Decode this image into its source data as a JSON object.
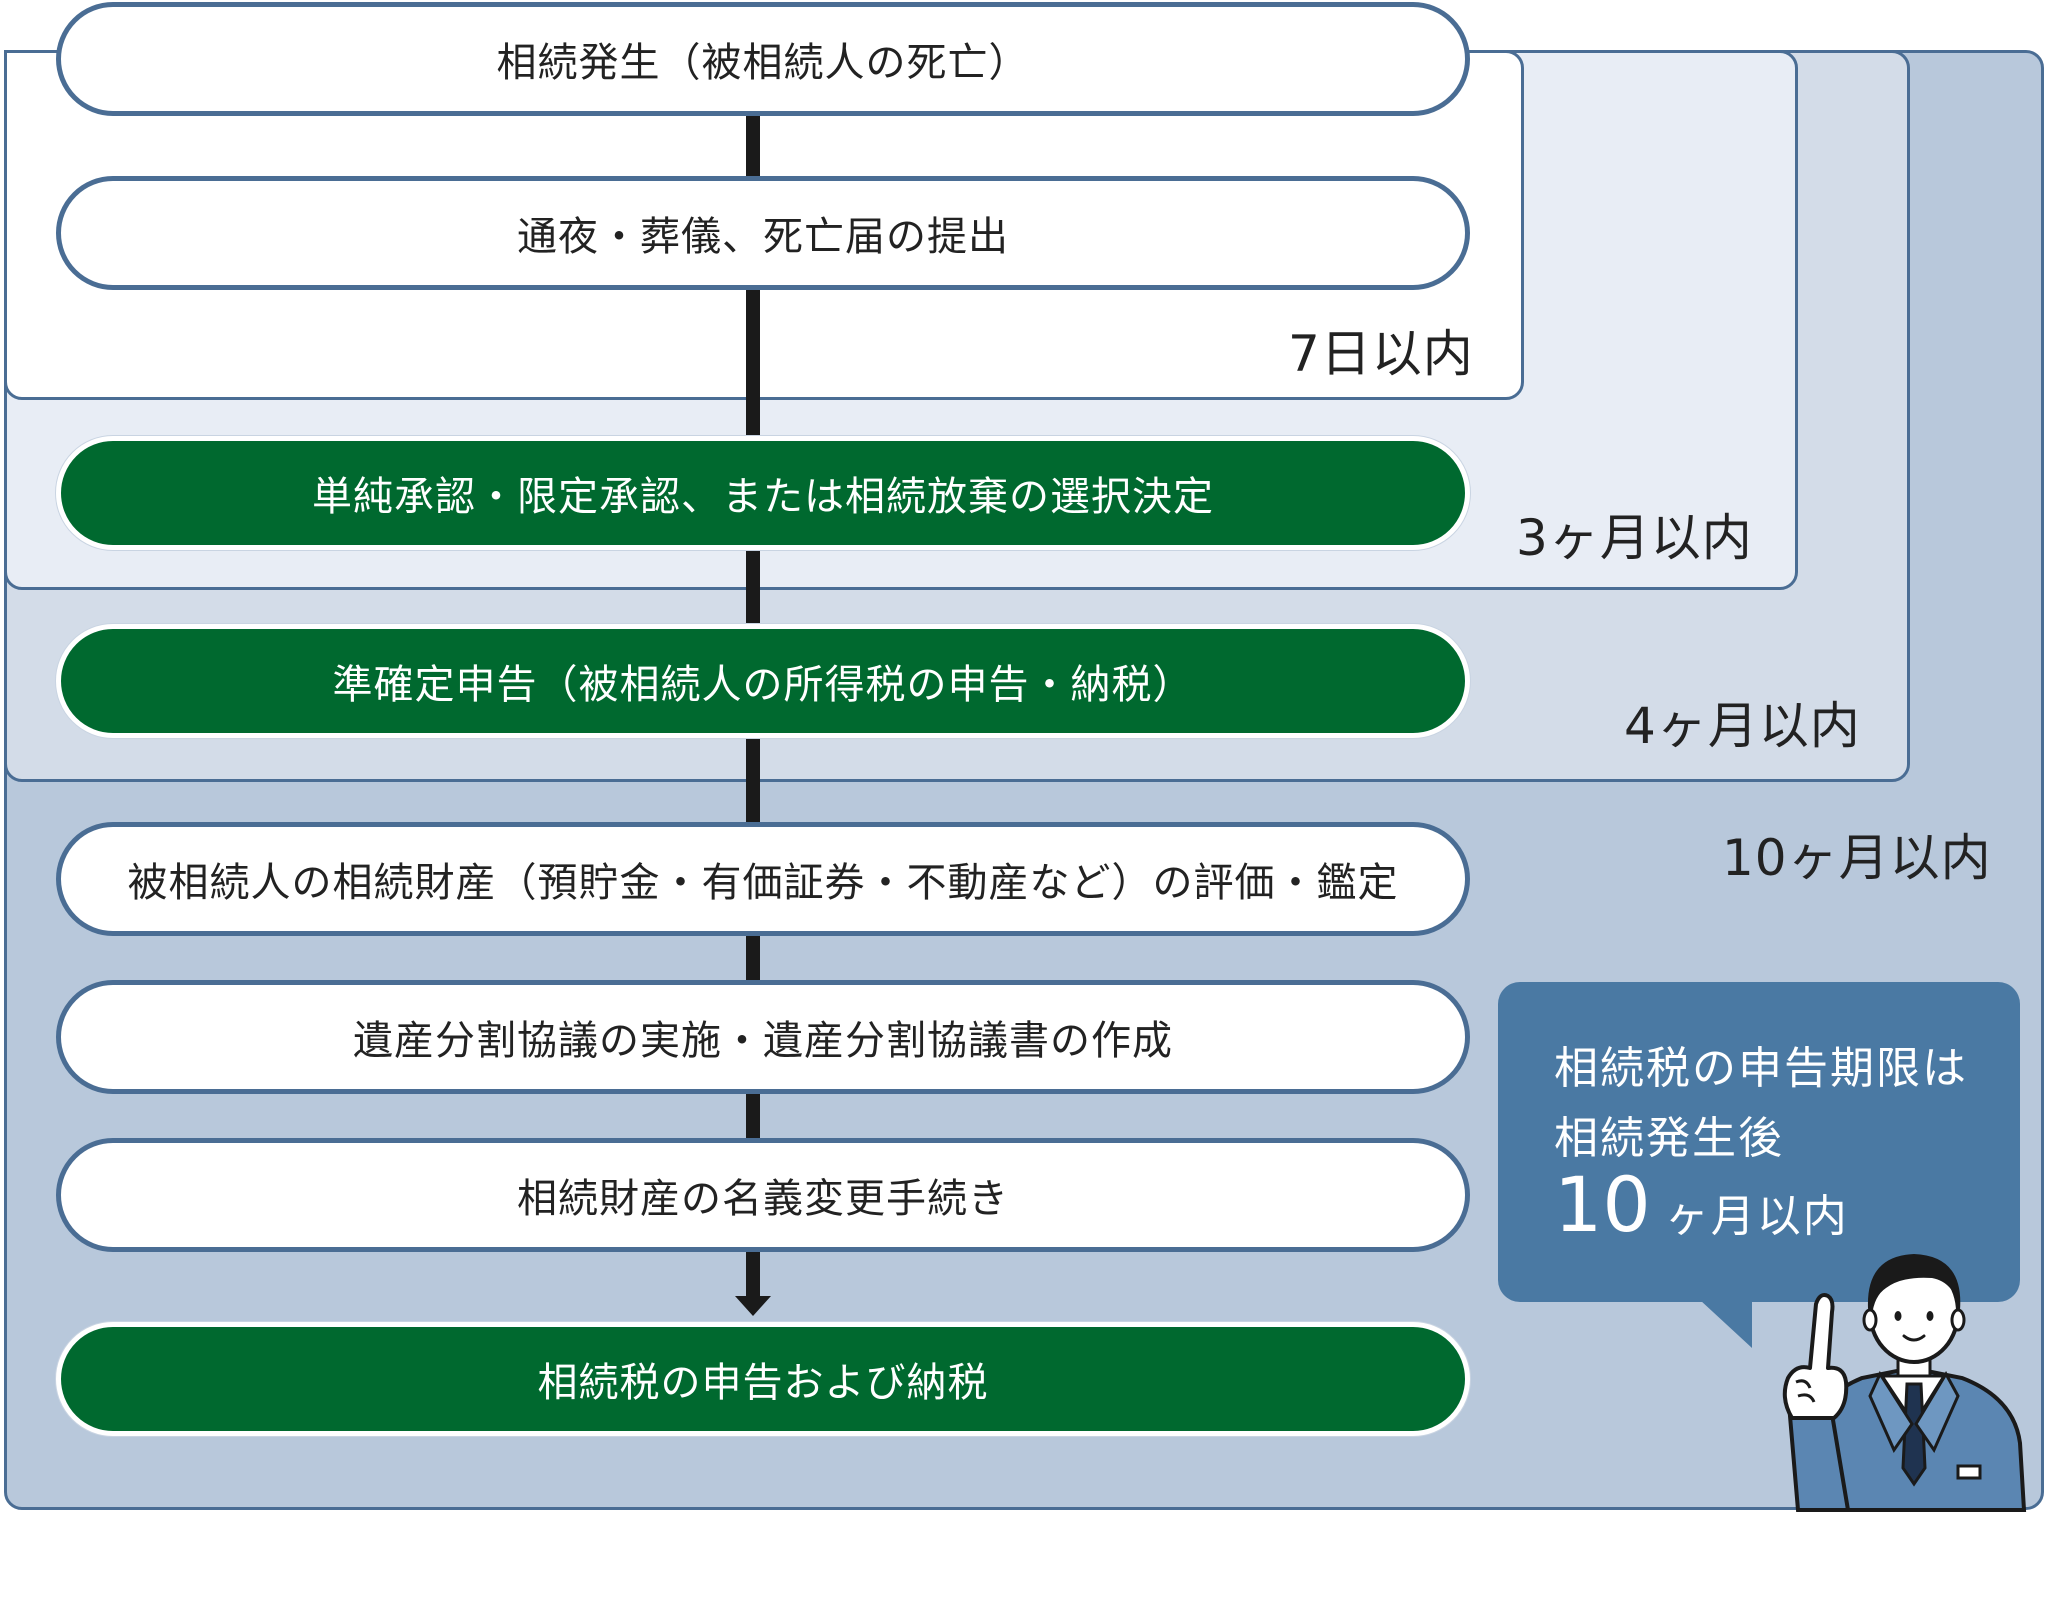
{
  "periods": {
    "within_10_months": "10ヶ月以内",
    "within_4_months": "4ヶ月以内",
    "within_3_months": "3ヶ月以内",
    "within_7_days": "7日以内"
  },
  "steps": [
    {
      "label": "相続発生（被相続人の死亡）",
      "style": "white"
    },
    {
      "label": "通夜・葬儀、死亡届の提出",
      "style": "white"
    },
    {
      "label": "単純承認・限定承認、または相続放棄の選択決定",
      "style": "green"
    },
    {
      "label": "準確定申告（被相続人の所得税の申告・納税）",
      "style": "green"
    },
    {
      "label": "被相続人の相続財産（預貯金・有価証券・不動産など）の評価・鑑定",
      "style": "white"
    },
    {
      "label": "遺産分割協議の実施・遺産分割協議書の作成",
      "style": "white"
    },
    {
      "label": "相続財産の名義変更手続き",
      "style": "white"
    },
    {
      "label": "相続税の申告および納税",
      "style": "green"
    }
  ],
  "callout": {
    "line1": "相続税の申告期限は",
    "line2": "相続発生後",
    "big_number": "10",
    "suffix": "ヶ月以内"
  },
  "colors": {
    "green": "#00692f",
    "navy_border": "#4a6d94",
    "callout_bg": "#4a79a3",
    "panel_10m": "#b8c8db",
    "panel_4m": "#d3dce8",
    "panel_3m": "#e8edf5",
    "panel_7d": "#ffffff"
  },
  "icons": {
    "advisor": "businessman-pointing-up-icon"
  }
}
